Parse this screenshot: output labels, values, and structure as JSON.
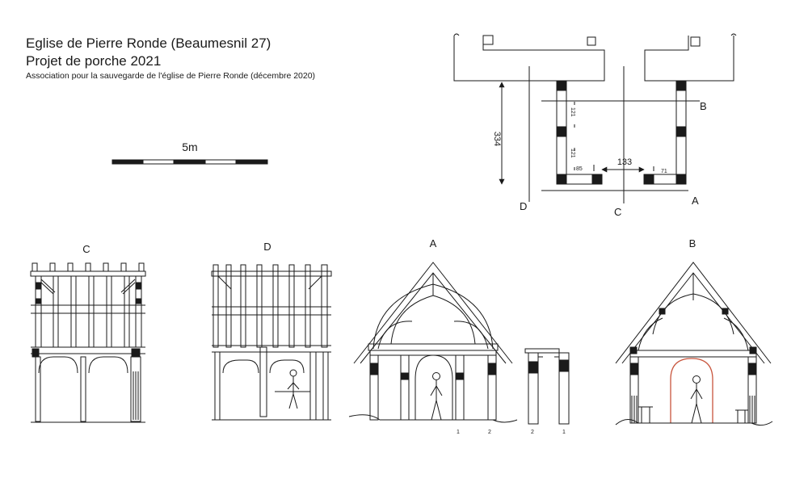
{
  "header": {
    "title": "Eglise de Pierre Ronde (Beaumesnil 27)",
    "subtitle": "Projet de porche 2021",
    "credit": "Association pour la sauvegarde de l'église de Pierre Ronde (décembre 2020)"
  },
  "scale_bar": {
    "label": "5m"
  },
  "plan": {
    "dim_depth": "334",
    "dim_bay_1": "121",
    "dim_bay_2": "121",
    "dim_opening": "133",
    "dim_left_jamb": "85",
    "dim_right_jamb": "71",
    "section_a": "A",
    "section_b": "B",
    "section_c": "C",
    "section_d": "D"
  },
  "elevations": {
    "c": {
      "label": "C"
    },
    "d": {
      "label": "D"
    },
    "a": {
      "label": "A",
      "post_1": "1",
      "post_2": "2"
    },
    "detail": {
      "post_2": "2",
      "post_1": "1"
    },
    "b": {
      "label": "B"
    }
  },
  "colors": {
    "ink": "#1a1a1a",
    "accent_arch": "#c8553d"
  }
}
